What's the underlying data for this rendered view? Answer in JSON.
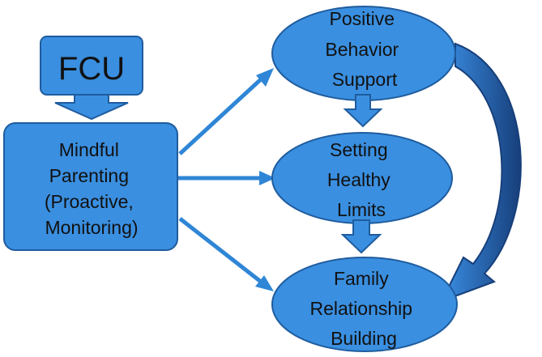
{
  "colors": {
    "box_fill": "#3a8fe0",
    "box_stroke": "#1f5c9e",
    "connector": "#2f86d6",
    "curved_arrow_fill": "#2a6fc4",
    "curved_arrow_dark": "#173f7a",
    "text": "#111111",
    "background": "#ffffff"
  },
  "nodes": {
    "fcu": {
      "label": "FCU"
    },
    "mindful_parenting": {
      "lines": [
        "Mindful",
        "Parenting",
        "(Proactive,",
        "Monitoring)"
      ]
    },
    "positive_behavior_support": {
      "lines": [
        "Positive",
        "Behavior",
        "Support"
      ]
    },
    "setting_healthy_limits": {
      "lines": [
        "Setting",
        "Healthy",
        "Limits"
      ]
    },
    "family_relationship_building": {
      "lines": [
        "Family",
        "Relationship",
        "Building"
      ]
    }
  }
}
